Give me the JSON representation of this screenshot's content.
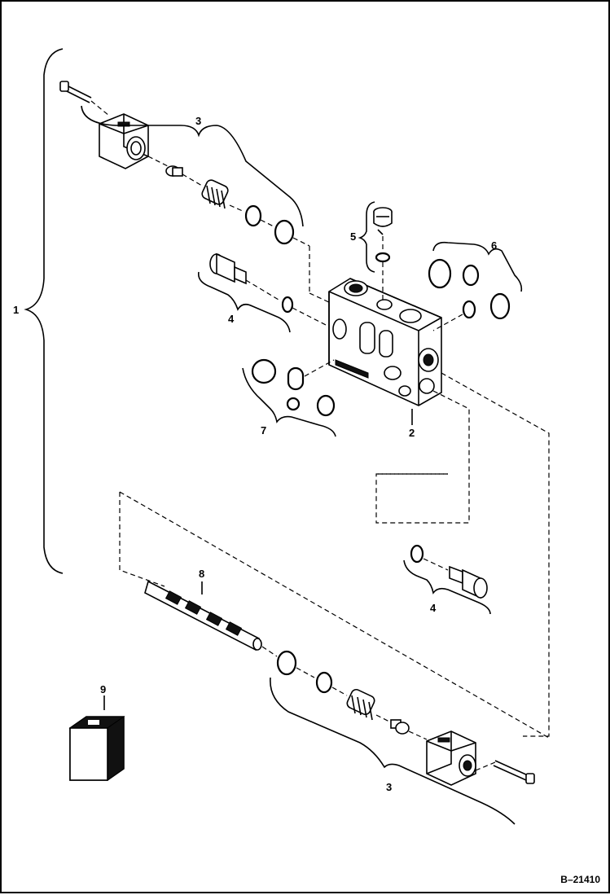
{
  "diagram": {
    "callouts": {
      "c1": "1",
      "c2": "2",
      "c3_top": "3",
      "c3_bottom": "3",
      "c4_left": "4",
      "c4_right": "4",
      "c5": "5",
      "c6": "6",
      "c7": "7",
      "c8": "8",
      "c9": "9"
    },
    "figure_id": "B–21410"
  }
}
